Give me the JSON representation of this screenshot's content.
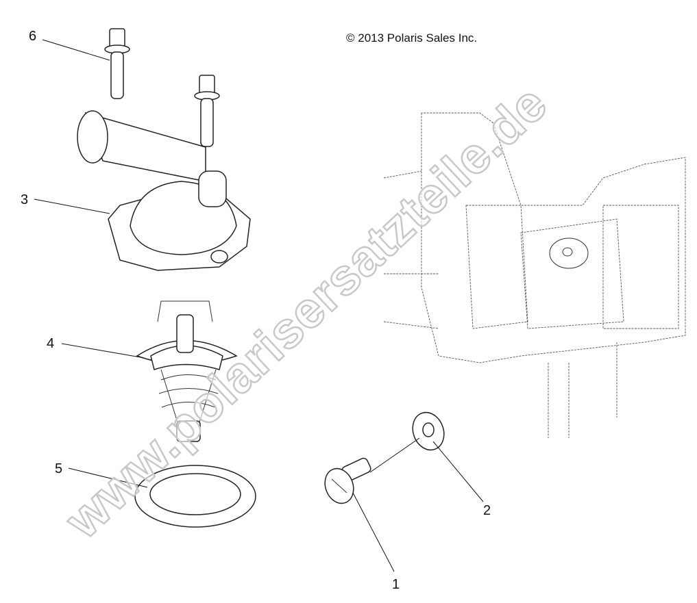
{
  "copyright": "© 2013 Polaris Sales Inc.",
  "watermark": "www.polarisersatzteile.de",
  "callouts": [
    {
      "number": "1",
      "part": "screw"
    },
    {
      "number": "2",
      "part": "washer"
    },
    {
      "number": "3",
      "part": "thermostat-housing"
    },
    {
      "number": "4",
      "part": "thermostat"
    },
    {
      "number": "5",
      "part": "seal-ring"
    },
    {
      "number": "6",
      "part": "bolt"
    }
  ]
}
